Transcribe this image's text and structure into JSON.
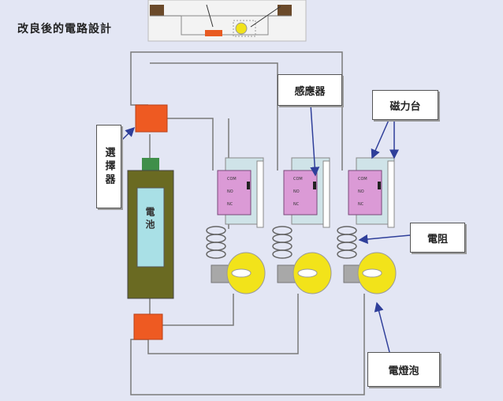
{
  "title": "改良後的電路設計",
  "labels": {
    "switch": "選擇器",
    "battery": "電池",
    "sensor": "感應器",
    "magnet_base": "磁力台",
    "resistor": "電阻",
    "bulb": "電燈泡"
  },
  "relay_text": [
    "COM",
    "NO",
    "NC"
  ],
  "colors": {
    "background": "#e3e6f4",
    "wire": "#7a7a7a",
    "switch": "#ee5a22",
    "battery_body": "#6a6a22",
    "battery_inner": "#a9e0e6",
    "battery_cap": "#3f8f4a",
    "relay": "#db9ad6",
    "relay_frame": "#cfe3e8",
    "bulb": "#f2e31a",
    "bulb_base": "#a8a8a8",
    "arrow": "#2f3f9a"
  }
}
